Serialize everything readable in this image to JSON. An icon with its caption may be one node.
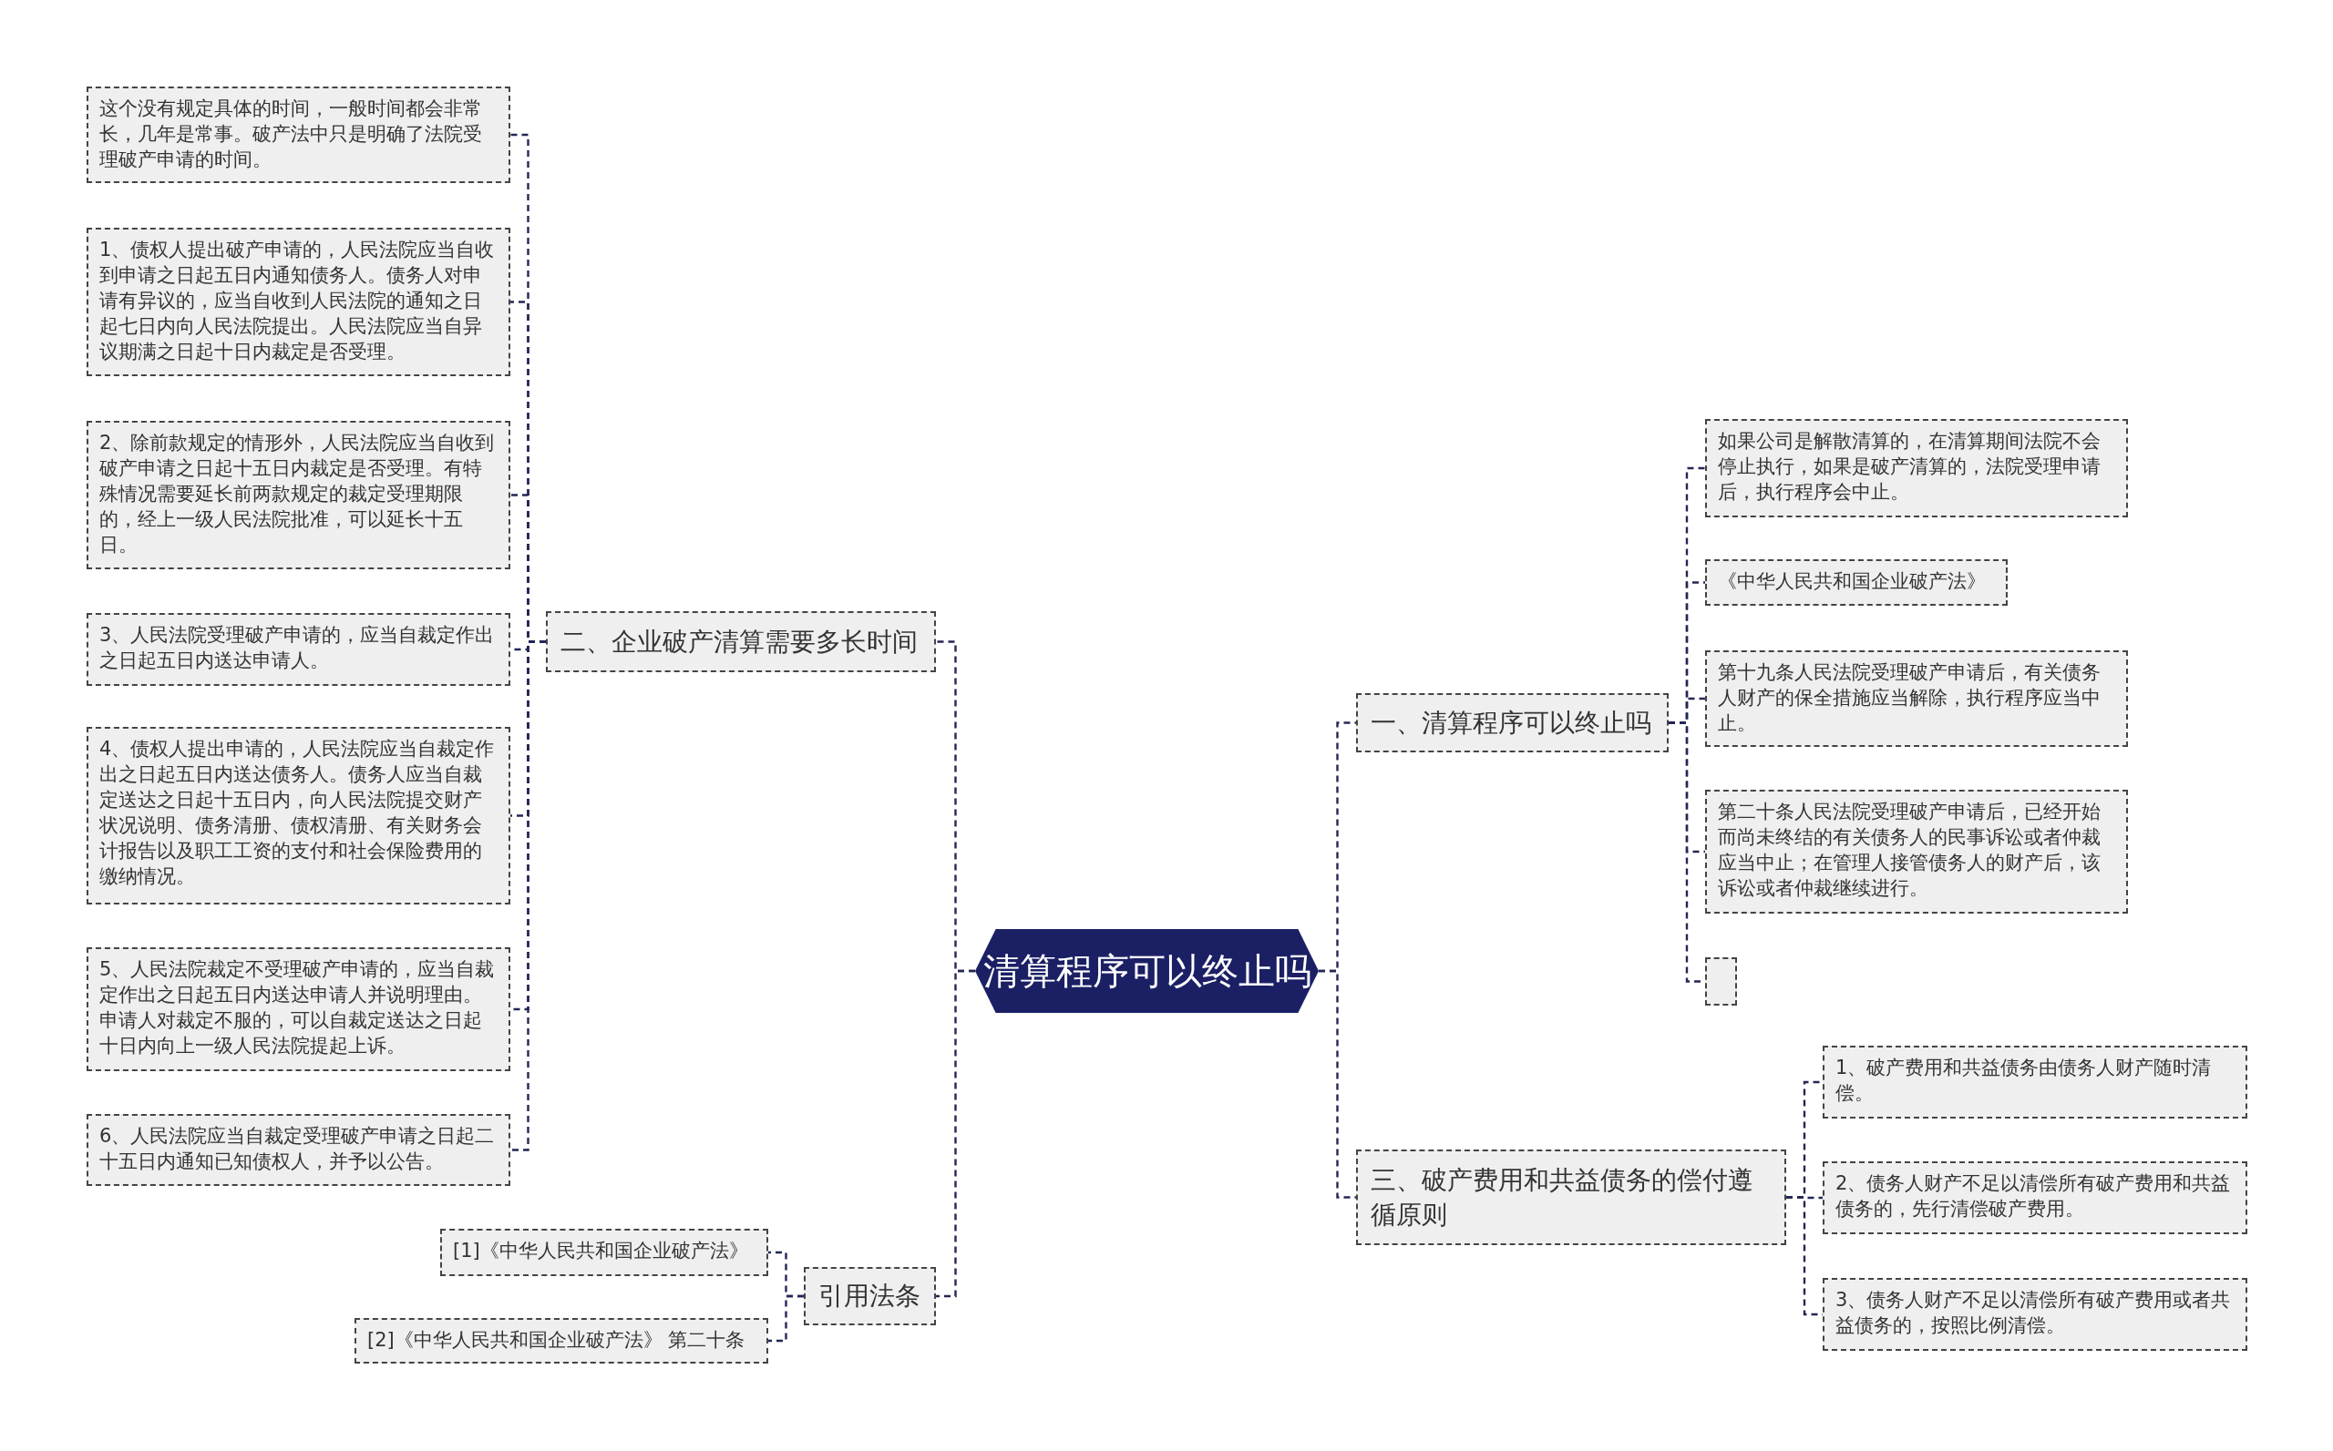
{
  "diagram": {
    "nodes": [
      {
        "text": [
          "清算程序可以终止吗"
        ]
      },
      {
        "text": [
          "二、企业破产清算需要多长时间"
        ]
      },
      {
        "text": [
          "这个没有规定具体的时间，一般时间都会非常长，几年是常事。破产法中只是明确了法院受理破产申请的时间。"
        ]
      },
      {
        "text": [
          "1、债权人提出破产申请的，人民法院应当自收到申请之日起五日内通知债务人。债务人对申请有异议的，应当自收到人民法院的通知之日起七日内向人民法院提出。人民法院应当自异议期满之日起十日内裁定是否受理。"
        ]
      },
      {
        "text": [
          "2、除前款规定的情形外，人民法院应当自收到破产申请之日起十五日内裁定是否受理。有特殊情况需要延长前两款规定的裁定受理期限的，经上一级人民法院批准，可以延长十五日。"
        ]
      },
      {
        "text": [
          "3、人民法院受理破产申请的，应当自裁定作出之日起五日内送达申请人。"
        ]
      },
      {
        "text": [
          "4、债权人提出申请的，人民法院应当自裁定作出之日起五日内送达债务人。债务人应当自裁定送达之日起十五日内，向人民法院提交财产状况说明、债务清册、债权清册、有关财务会计报告以及职工工资的支付和社会保险费用的缴纳情况。"
        ]
      },
      {
        "text": [
          "5、人民法院裁定不受理破产申请的，应当自裁定作出之日起五日内送达申请人并说明理由。申请人对裁定不服的，可以自裁定送达之日起十日内向上一级人民法院提起上诉。"
        ]
      },
      {
        "text": [
          "6、人民法院应当自裁定受理破产申请之日起二十五日内通知已知债权人，并予以公告。"
        ]
      },
      {
        "text": [
          "引用法条"
        ]
      },
      {
        "text": [
          "[1]《中华人民共和国企业破产法》"
        ]
      },
      {
        "text": [
          "[2]《中华人民共和国企业破产法》 第二十条"
        ]
      },
      {
        "text": [
          "一、清算程序可以终止吗"
        ]
      },
      {
        "text": [
          "如果公司是解散清算的，在清算期间法院不会停止执行，如果是破产清算的，法院受理申请后，执行程序会中止。"
        ]
      },
      {
        "text": [
          "《中华人民共和国企业破产法》"
        ]
      },
      {
        "text": [
          "第十九条人民法院受理破产申请后，有关债务人财产的保全措施应当解除，执行程序应当中止。"
        ]
      },
      {
        "text": [
          "第二十条人民法院受理破产申请后，已经开始而尚未终结的有关债务人的民事诉讼或者仲裁应当中止；在管理人接管债务人的财产后，该诉讼或者仲裁继续进行。"
        ]
      },
      {
        "text": [],
        "shape": "box"
      },
      {
        "text": [
          "三、破产费用和共益债务的偿付遵循原则"
        ]
      },
      {
        "text": [
          "1、破产费用和共益债务由债务人财产随时清偿。"
        ]
      },
      {
        "text": [
          "2、债务人财产不足以清偿所有破产费用和共益债务的，先行清偿破产费用。"
        ]
      },
      {
        "text": [
          "3、债务人财产不足以清偿所有破产费用或者共益债务的，按照比例清偿。"
        ]
      }
    ],
    "edges": [
      {
        "from": 0,
        "to": 1,
        "arrow": "none"
      },
      {
        "from": 1,
        "to": 2,
        "arrow": "none"
      },
      {
        "from": 1,
        "to": 3,
        "arrow": "none"
      },
      {
        "from": 1,
        "to": 4,
        "arrow": "none"
      },
      {
        "from": 1,
        "to": 5,
        "arrow": "none"
      },
      {
        "from": 1,
        "to": 6,
        "arrow": "none"
      },
      {
        "from": 1,
        "to": 7,
        "arrow": "none"
      },
      {
        "from": 1,
        "to": 8,
        "arrow": "none"
      },
      {
        "from": 0,
        "to": 9,
        "arrow": "none"
      },
      {
        "from": 9,
        "to": 10,
        "arrow": "none"
      },
      {
        "from": 9,
        "to": 11,
        "arrow": "none"
      },
      {
        "from": 0,
        "to": 12,
        "arrow": "none"
      },
      {
        "from": 12,
        "to": 13,
        "arrow": "none"
      },
      {
        "from": 12,
        "to": 14,
        "arrow": "none"
      },
      {
        "from": 12,
        "to": 15,
        "arrow": "none"
      },
      {
        "from": 12,
        "to": 16,
        "arrow": "none"
      },
      {
        "from": 12,
        "to": 17,
        "arrow": "none"
      },
      {
        "from": 0,
        "to": 18,
        "arrow": "none"
      },
      {
        "from": 18,
        "to": 19,
        "arrow": "none"
      },
      {
        "from": 18,
        "to": 20,
        "arrow": "none"
      },
      {
        "from": 18,
        "to": 21,
        "arrow": "none"
      }
    ]
  }
}
